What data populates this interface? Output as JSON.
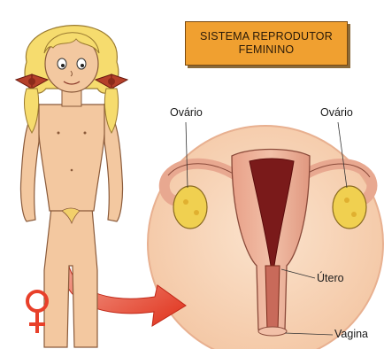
{
  "title": {
    "line1": "SISTEMA REPRODUTOR",
    "line2": "FEMININO"
  },
  "labels": {
    "ovary_left": "Ovário",
    "ovary_right": "Ovário",
    "uterus": "Útero",
    "vagina": "Vagina"
  },
  "symbol": "♀",
  "colors": {
    "title_bg": "#f0a030",
    "circle_bg": "#f8d5b8",
    "skin": "#f3c8a0",
    "hair": "#f6dc6e",
    "bow": "#b5402a",
    "arrow": "#e8402a",
    "symbol": "#e8402a",
    "organ_pink": "#e8a890",
    "organ_dark": "#7a1a1a",
    "ovary": "#f0d050"
  }
}
